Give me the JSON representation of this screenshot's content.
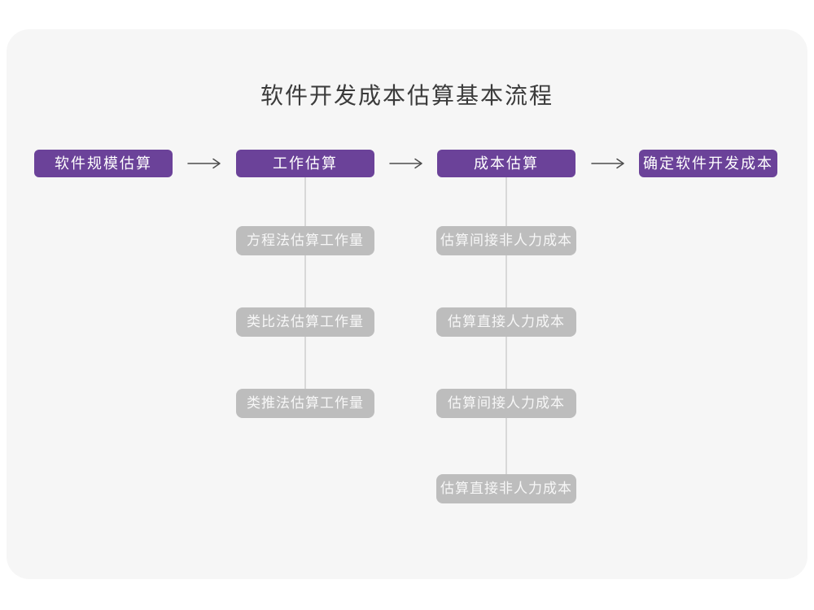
{
  "page": {
    "title": "软件开发成本估算基本流程"
  },
  "colors": {
    "page_bg": "#ffffff",
    "card_bg": "#f6f6f6",
    "main_step_bg": "#6b4299",
    "sub_step_bg": "#bdbdbd",
    "step_text": "#ffffff",
    "title_text": "#3b3b3b",
    "connector_line": "#d8d8d8",
    "arrow_stroke": "#4d4d4d"
  },
  "flow": {
    "main_steps": [
      {
        "id": "software-scale-estimation",
        "label": "软件规模估算"
      },
      {
        "id": "work-estimation",
        "label": "工作估算"
      },
      {
        "id": "cost-estimation",
        "label": "成本估算"
      },
      {
        "id": "determine-software-dev-cost",
        "label": "确定软件开发成本"
      }
    ],
    "work_estimation_methods": [
      "方程法估算工作量",
      "类比法估算工作量",
      "类推法估算工作量"
    ],
    "cost_estimation_steps": [
      "估算间接非人力成本",
      "估算直接人力成本",
      "估算间接人力成本",
      "估算直接非人力成本"
    ]
  }
}
